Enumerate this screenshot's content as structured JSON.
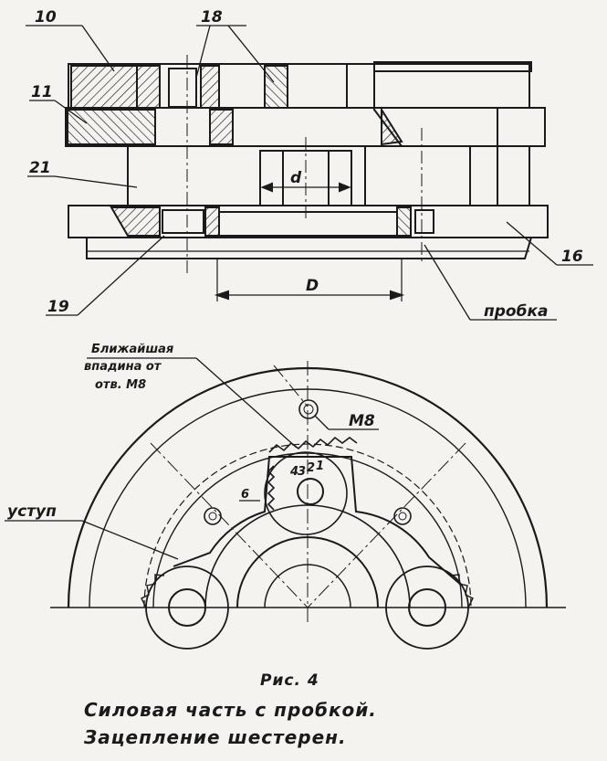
{
  "labels": {
    "part_10": "10",
    "part_18": "18",
    "part_11": "11",
    "part_21": "21",
    "part_19": "19",
    "part_16": "16",
    "dim_d": "d",
    "dim_D": "D",
    "probka": "пробка",
    "nearest_1": "Ближайшая",
    "nearest_2": "впадина от",
    "nearest_3": "отв. М8",
    "m8": "М8",
    "ustup": "уступ",
    "six": "6",
    "teeth_1": "1",
    "teeth_2": "2",
    "teeth_3": "3",
    "teeth_4": "4"
  },
  "caption": {
    "fig": "Рис. 4",
    "line1": "Силовая часть с пробкой.",
    "line2": "Зацепление шестерен."
  }
}
